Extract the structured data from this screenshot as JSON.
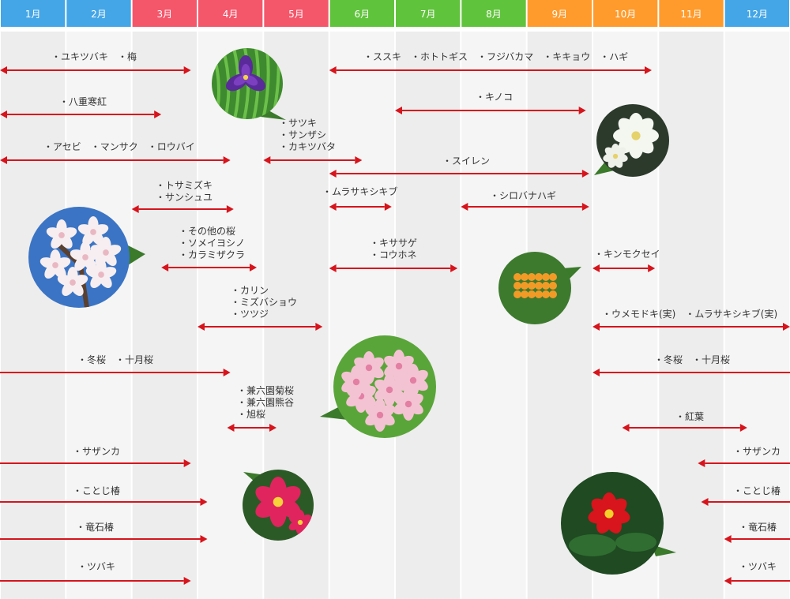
{
  "chart_data": {
    "type": "table",
    "colors": {
      "arrow": "#d7141c",
      "column_bg_a": "#ededed",
      "column_bg_b": "#f5f5f5",
      "winter": "#44a6e6",
      "spring": "#f4566a",
      "summer": "#60c33c",
      "autumn": "#ff9b2c"
    },
    "months": [
      {
        "label": "1月",
        "season": "winter"
      },
      {
        "label": "2月",
        "season": "winter"
      },
      {
        "label": "3月",
        "season": "spring"
      },
      {
        "label": "4月",
        "season": "spring"
      },
      {
        "label": "5月",
        "season": "spring"
      },
      {
        "label": "6月",
        "season": "summer"
      },
      {
        "label": "7月",
        "season": "summer"
      },
      {
        "label": "8月",
        "season": "summer"
      },
      {
        "label": "9月",
        "season": "autumn"
      },
      {
        "label": "10月",
        "season": "autumn"
      },
      {
        "label": "11月",
        "season": "autumn"
      },
      {
        "label": "12月",
        "season": "winter"
      }
    ],
    "periods": [
      {
        "lines": [
          "・ユキツバキ　・梅"
        ],
        "start": 0,
        "end": 2.9,
        "arrow_start": true,
        "arrow_end": true
      },
      {
        "lines": [
          "・八重寒紅"
        ],
        "start": 0,
        "end": 2.45,
        "arrow_start": true,
        "arrow_end": true
      },
      {
        "lines": [
          "・アセビ　・マンサク　・ロウバイ"
        ],
        "start": 0,
        "end": 3.5,
        "arrow_start": true,
        "arrow_end": true
      },
      {
        "lines": [
          "・トサミズキ",
          "・サンシュユ"
        ],
        "start": 2.0,
        "end": 3.55,
        "arrow_start": true,
        "arrow_end": true
      },
      {
        "lines": [
          "・その他の桜",
          "・ソメイヨシノ",
          "・カラミザクラ"
        ],
        "start": 2.45,
        "end": 3.9,
        "arrow_start": true,
        "arrow_end": true
      },
      {
        "lines": [
          "・カリン",
          "・ミズバショウ",
          "・ツツジ"
        ],
        "start": 3.0,
        "end": 4.9,
        "arrow_start": true,
        "arrow_end": true
      },
      {
        "lines": [
          "・冬桜　・十月桜"
        ],
        "start": 0,
        "end": 3.5,
        "arrow_start": false,
        "arrow_end": true
      },
      {
        "lines": [
          "・兼六園菊桜",
          "・兼六園熊谷",
          "・旭桜"
        ],
        "start": 3.45,
        "end": 4.2,
        "arrow_start": true,
        "arrow_end": true
      },
      {
        "lines": [
          "・サザンカ"
        ],
        "start": 0,
        "end": 2.9,
        "arrow_start": false,
        "arrow_end": true
      },
      {
        "lines": [
          "・ことじ椿"
        ],
        "start": 0,
        "end": 3.15,
        "arrow_start": false,
        "arrow_end": true
      },
      {
        "lines": [
          "・竜石椿"
        ],
        "start": 0,
        "end": 3.15,
        "arrow_start": false,
        "arrow_end": true
      },
      {
        "lines": [
          "・ツバキ"
        ],
        "start": 0,
        "end": 2.9,
        "arrow_start": false,
        "arrow_end": true
      },
      {
        "lines": [
          "・サツキ",
          "・サンザシ",
          "・カキツバタ"
        ],
        "start": 4.0,
        "end": 5.5,
        "arrow_start": true,
        "arrow_end": true
      },
      {
        "lines": [
          "・ススキ　・ホトトギス　・フジバカマ　・キキョウ　・ハギ"
        ],
        "start": 5.0,
        "end": 9.9,
        "arrow_start": true,
        "arrow_end": true
      },
      {
        "lines": [
          "・キノコ"
        ],
        "start": 6.0,
        "end": 8.9,
        "arrow_start": true,
        "arrow_end": true
      },
      {
        "lines": [
          "・スイレン"
        ],
        "start": 5.0,
        "end": 8.95,
        "arrow_start": true,
        "arrow_end": true
      },
      {
        "lines": [
          "・ムラサキシキブ"
        ],
        "start": 5.0,
        "end": 5.95,
        "arrow_start": true,
        "arrow_end": true
      },
      {
        "lines": [
          "・シロバナハギ"
        ],
        "start": 7.0,
        "end": 8.95,
        "arrow_start": true,
        "arrow_end": true
      },
      {
        "lines": [
          "・キササゲ",
          "・コウホネ"
        ],
        "start": 5.0,
        "end": 6.95,
        "arrow_start": true,
        "arrow_end": true
      },
      {
        "lines": [
          "・キンモクセイ"
        ],
        "start": 9.0,
        "end": 9.95,
        "arrow_start": true,
        "arrow_end": true
      },
      {
        "lines": [
          "・ウメモドキ(実)　・ムラサキシキブ(実)"
        ],
        "start": 9.0,
        "end": 12.0,
        "arrow_start": true,
        "arrow_end": true
      },
      {
        "lines": [
          "・冬桜　・十月桜"
        ],
        "start": 9.0,
        "end": 12.0,
        "arrow_start": true,
        "arrow_end": false
      },
      {
        "lines": [
          "・紅葉"
        ],
        "start": 9.45,
        "end": 11.35,
        "arrow_start": true,
        "arrow_end": true
      },
      {
        "lines": [
          "・サザンカ"
        ],
        "start": 10.6,
        "end": 12.0,
        "arrow_start": true,
        "arrow_end": false
      },
      {
        "lines": [
          "・ことじ椿"
        ],
        "start": 10.65,
        "end": 12.0,
        "arrow_start": true,
        "arrow_end": false
      },
      {
        "lines": [
          "・竜石椿"
        ],
        "start": 11.0,
        "end": 12.0,
        "arrow_start": true,
        "arrow_end": false
      },
      {
        "lines": [
          "・ツバキ"
        ],
        "start": 11.0,
        "end": 12.0,
        "arrow_start": true,
        "arrow_end": false
      }
    ],
    "photos": [
      {
        "subject": "iris"
      },
      {
        "subject": "cherry-blossom"
      },
      {
        "subject": "double-cherry-blossom"
      },
      {
        "subject": "camellia-pink"
      },
      {
        "subject": "water-lily"
      },
      {
        "subject": "osmanthus"
      },
      {
        "subject": "camellia-red"
      }
    ]
  }
}
